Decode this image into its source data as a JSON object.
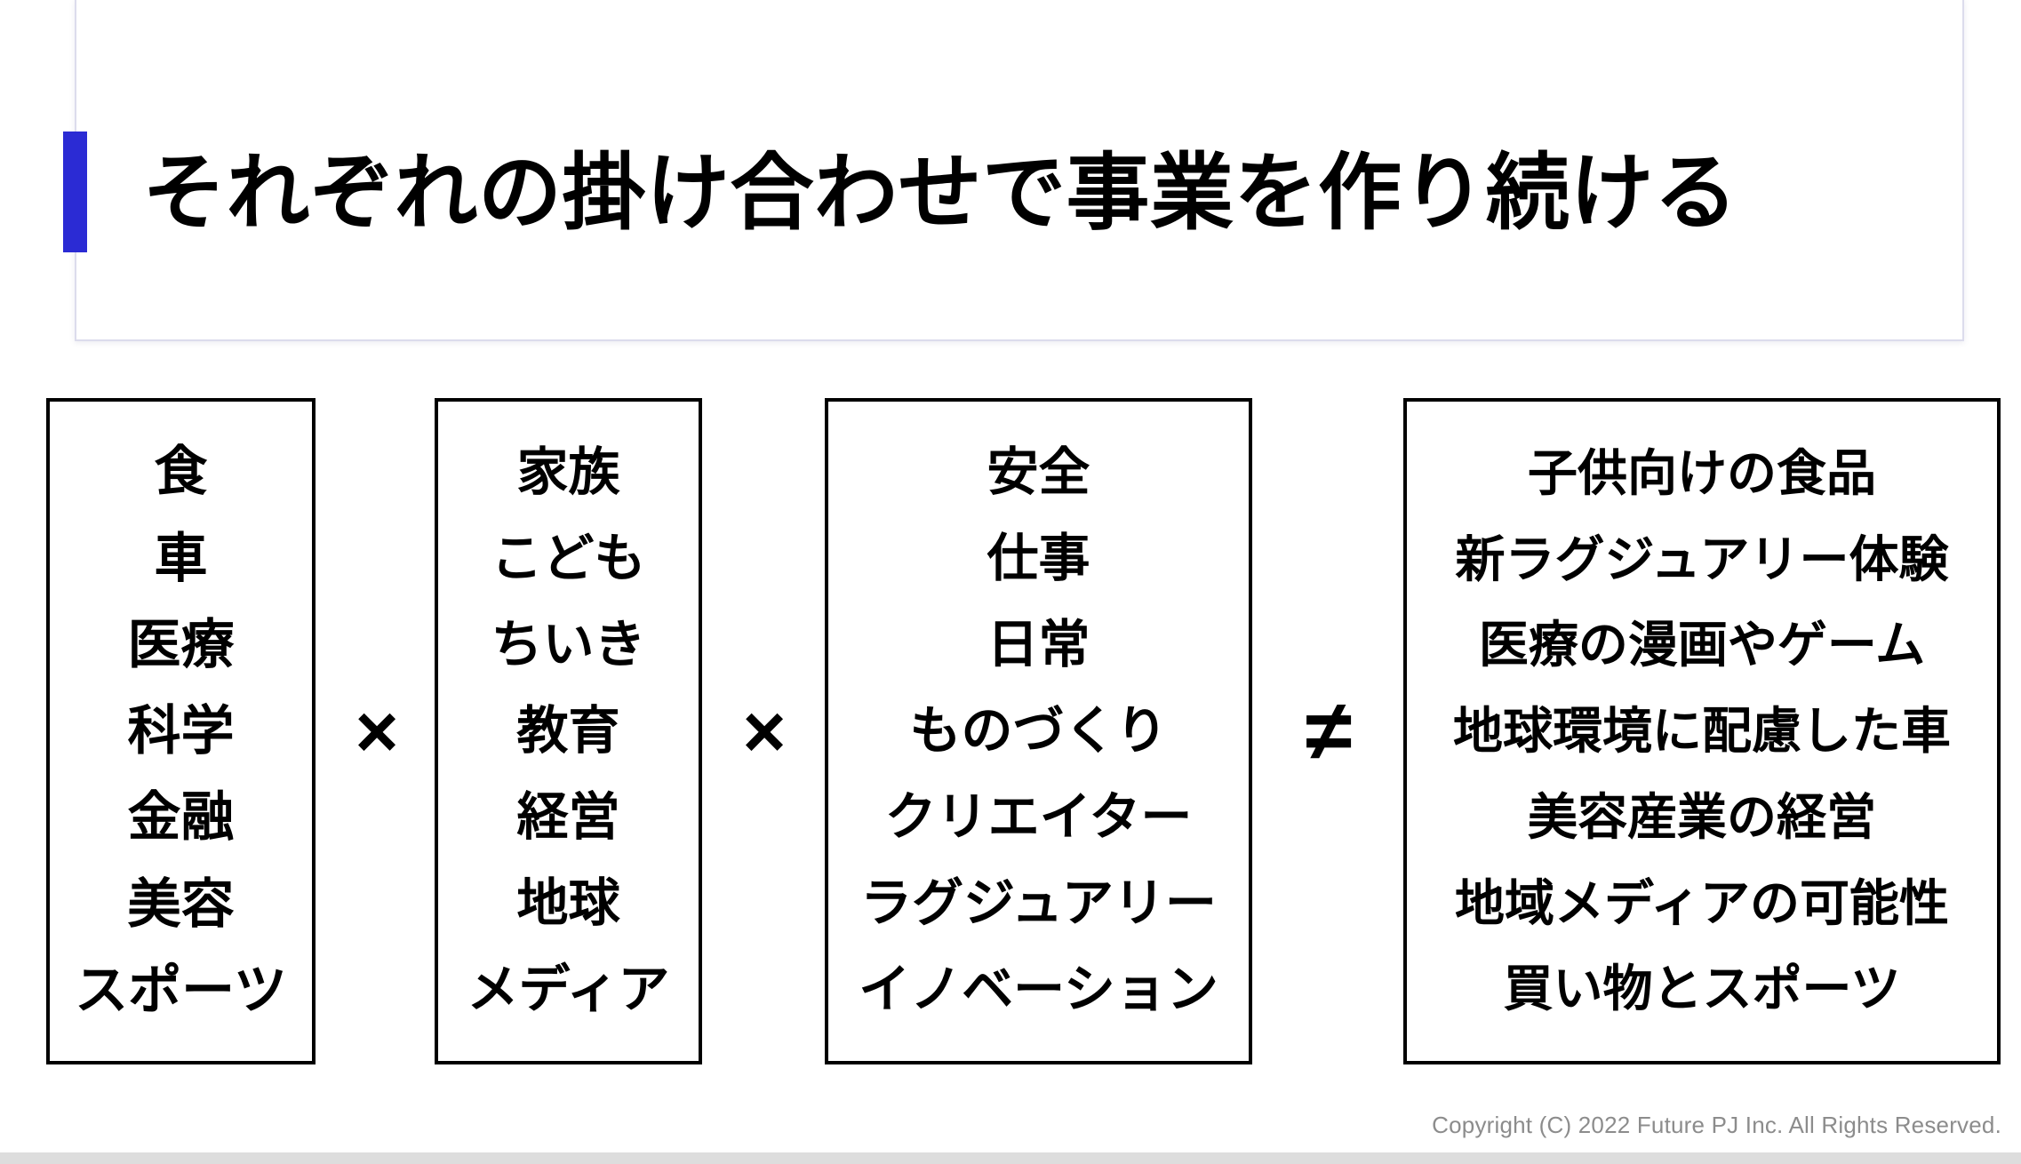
{
  "slide": {
    "title": "それぞれの掛け合わせで事業を作り続ける",
    "accent_color": "#2b2bd4",
    "background_color": "#ffffff",
    "border_color": "#dcdcec"
  },
  "diagram": {
    "type": "formula-columns",
    "columns": [
      {
        "name": "industry",
        "items": [
          "食",
          "車",
          "医療",
          "科学",
          "金融",
          "美容",
          "スポーツ"
        ]
      },
      {
        "name": "theme",
        "items": [
          "家族",
          "こども",
          "ちいき",
          "教育",
          "経営",
          "地球",
          "メディア"
        ]
      },
      {
        "name": "value",
        "items": [
          "安全",
          "仕事",
          "日常",
          "ものづくり",
          "クリエイター",
          "ラグジュアリー",
          "イノベーション"
        ]
      },
      {
        "name": "result",
        "items": [
          "子供向けの食品",
          "新ラグジュアリー体験",
          "医療の漫画やゲーム",
          "地球環境に配慮した車",
          "美容産業の経営",
          "地域メディアの可能性",
          "買い物とスポーツ"
        ]
      }
    ],
    "operators": [
      "×",
      "×",
      "≠"
    ]
  },
  "footer": {
    "copyright": "Copyright (C) 2022 Future PJ Inc. All Rights Reserved.",
    "bar_color": "#dddddd",
    "text_color": "#8c8c8c"
  }
}
